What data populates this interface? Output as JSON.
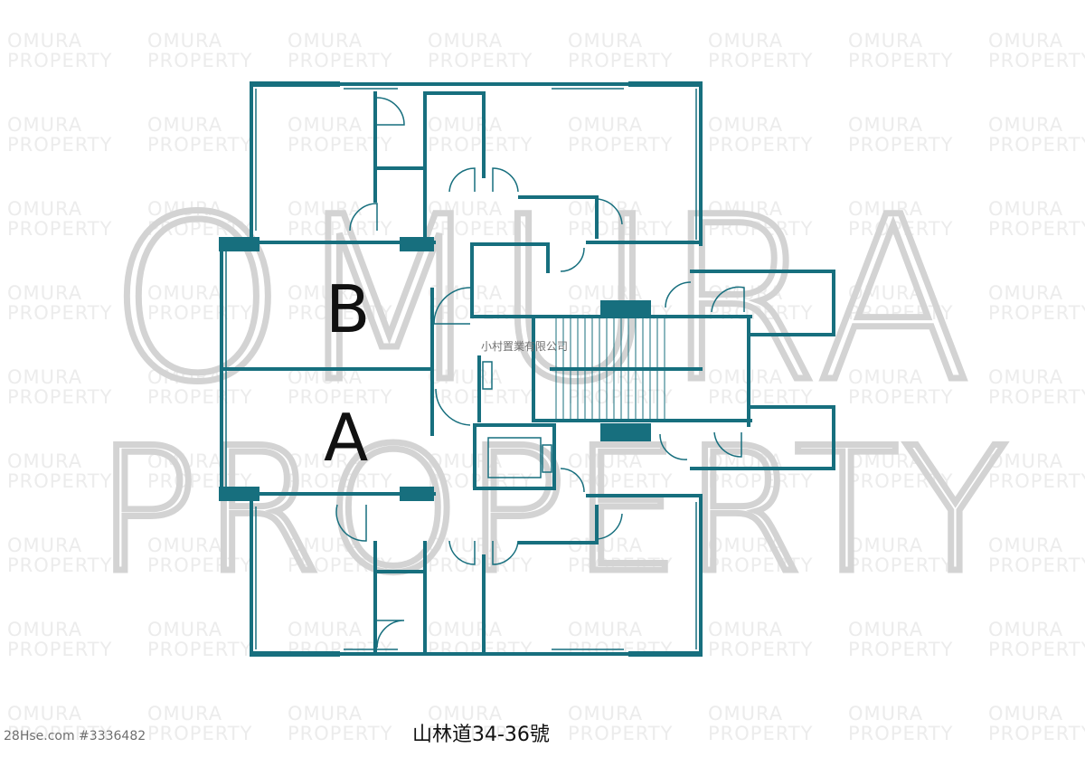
{
  "watermark": {
    "tile_line1": "OMURA",
    "tile_line2": "PROPERTY",
    "big_line1": "OMURA",
    "big_line2": "PROPERTY"
  },
  "floorplan": {
    "unit_labels": [
      "B",
      "A"
    ],
    "company_text": "小村置業有限公司",
    "wall_color": "#176f7e"
  },
  "footer": {
    "address": "山林道34-36號",
    "listing_id": "28Hse.com #3336482"
  }
}
